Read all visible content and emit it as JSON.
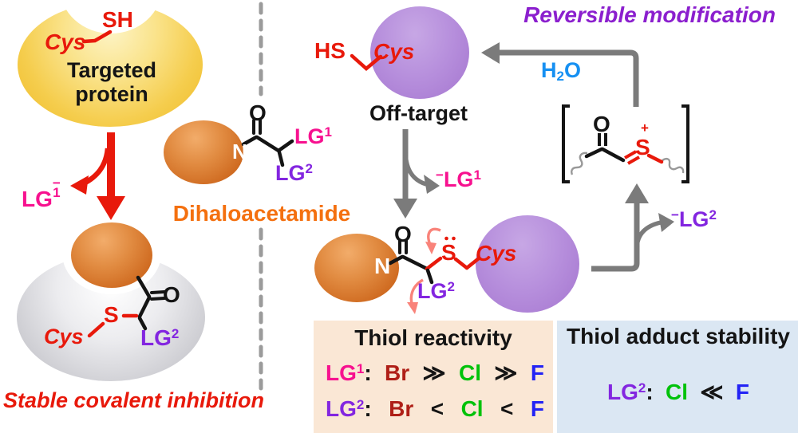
{
  "colors": {
    "red": "#E8190B",
    "magenta": "#F7118F",
    "purple": "#8326E0",
    "violet_title": "#8B1FCE",
    "orange_label": "#F4700F",
    "water_blue": "#1690F2",
    "bromine": "#AF1F17",
    "chlorine": "#00C20A",
    "fluorine": "#2323F5",
    "arrow_gray": "#7B7B7B",
    "electron_arrow_pink": "#F9837A",
    "protein_yellow": "#F5CD4D",
    "ligand_orange": "#D06C22",
    "offtarget_purple": "#B68EDC",
    "reactivity_box_bg": "#FAE7D5",
    "stability_box_bg": "#DBE7F3"
  },
  "sym": {
    "O": "O",
    "N": "N",
    "S": "S",
    "H": "H",
    "plus": "+",
    "minus": "−",
    "LG": "LG",
    "one": "1",
    "two": "2",
    "Cys": "Cys",
    "SH": "SH",
    "HS": "HS",
    "colon": ":"
  },
  "left_panel": {
    "protein_line1": "Targeted",
    "protein_line2": "protein",
    "caption": "Stable covalent inhibition"
  },
  "middle_panel": {
    "compound_label": "Dihaloacetamide"
  },
  "right_panel": {
    "title": "Reversible modification",
    "off_target_label": "Off-target"
  },
  "reactivity_box": {
    "title": "Thiol reactivity",
    "row1": {
      "items": [
        "Br",
        "≫",
        "Cl",
        "≫",
        "F"
      ]
    },
    "row2": {
      "items": [
        "Br",
        "<",
        "Cl",
        "<",
        "F"
      ]
    }
  },
  "stability_box": {
    "title": "Thiol adduct stability",
    "row": {
      "items": [
        "Cl",
        "≪",
        "F"
      ]
    }
  }
}
